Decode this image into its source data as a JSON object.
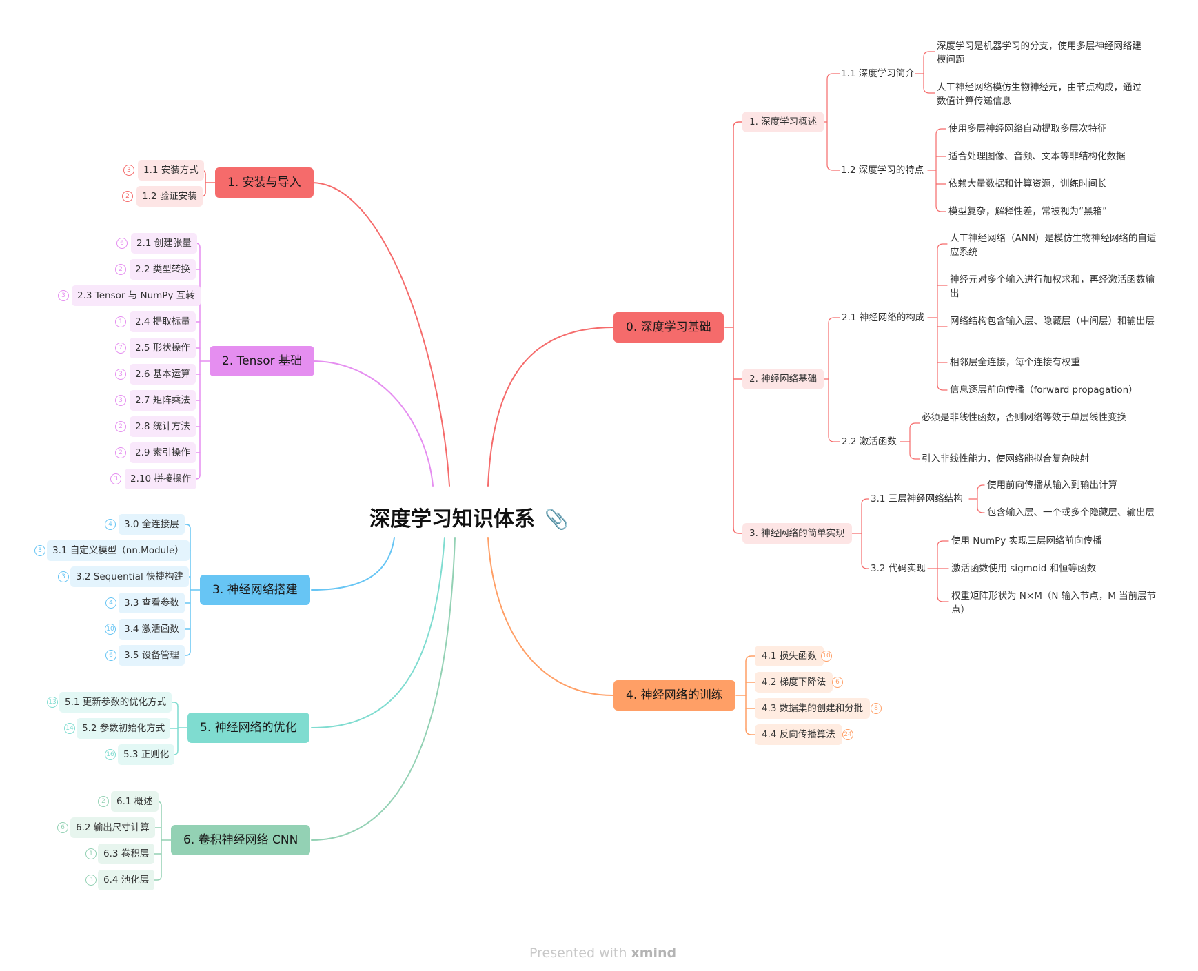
{
  "central": {
    "title": "深度学习知识体系",
    "icon": "paperclip-icon"
  },
  "footer": {
    "presented_with": "Presented with",
    "brand": "xmind"
  },
  "colors": {
    "red": "#f56b6b",
    "red_light": "#fde5e5",
    "purple": "#e58ef0",
    "purple_light": "#f9e8fb",
    "blue": "#67c5f4",
    "blue_light": "#e4f4fd",
    "teal": "#7fdcd0",
    "teal_light": "#e3f8f5",
    "green": "#93d1b4",
    "green_light": "#e7f5ee",
    "orange": "#ff9f66",
    "orange_light": "#ffece1"
  },
  "left_branches": [
    {
      "label": "1. 安装与导入",
      "children": [
        {
          "label": "1.1 安装方式",
          "count": "3"
        },
        {
          "label": "1.2 验证安装",
          "count": "2"
        }
      ]
    },
    {
      "label": "2. Tensor 基础",
      "children": [
        {
          "label": "2.1 创建张量",
          "count": "6"
        },
        {
          "label": "2.2 类型转换",
          "count": "2"
        },
        {
          "label": "2.3 Tensor 与 NumPy 互转",
          "count": "3"
        },
        {
          "label": "2.4 提取标量",
          "count": "1"
        },
        {
          "label": "2.5 形状操作",
          "count": "7"
        },
        {
          "label": "2.6 基本运算",
          "count": "3"
        },
        {
          "label": "2.7 矩阵乘法",
          "count": "3"
        },
        {
          "label": "2.8 统计方法",
          "count": "2"
        },
        {
          "label": "2.9 索引操作",
          "count": "2"
        },
        {
          "label": "2.10 拼接操作",
          "count": "3"
        }
      ]
    },
    {
      "label": "3. 神经网络搭建",
      "children": [
        {
          "label": "3.0 全连接层",
          "count": "4"
        },
        {
          "label": "3.1 自定义模型（nn.Module）",
          "count": "3"
        },
        {
          "label": "3.2 Sequential 快捷构建",
          "count": "3"
        },
        {
          "label": "3.3 查看参数",
          "count": "4"
        },
        {
          "label": "3.4 激活函数",
          "count": "10"
        },
        {
          "label": "3.5 设备管理",
          "count": "6"
        }
      ]
    },
    {
      "label": "5. 神经网络的优化",
      "children": [
        {
          "label": "5.1 更新参数的优化方式",
          "count": "13"
        },
        {
          "label": "5.2 参数初始化方式",
          "count": "14"
        },
        {
          "label": "5.3 正则化",
          "count": "16"
        }
      ]
    },
    {
      "label": "6. 卷积神经网络 CNN",
      "children": [
        {
          "label": "6.1 概述",
          "count": "2"
        },
        {
          "label": "6.2 输出尺寸计算",
          "count": "6"
        },
        {
          "label": "6.3 卷积层",
          "count": "1"
        },
        {
          "label": "6.4 池化层",
          "count": "3"
        }
      ]
    }
  ],
  "right_branches": [
    {
      "label": "0. 深度学习基础",
      "children": [
        {
          "label": "1. 深度学习概述",
          "children": [
            {
              "label": "1.1 深度学习简介",
              "leaves": [
                "深度学习是机器学习的分支，使用多层神经网络建模问题",
                "人工神经网络模仿生物神经元，由节点构成，通过数值计算传递信息"
              ]
            },
            {
              "label": "1.2 深度学习的特点",
              "leaves": [
                "使用多层神经网络自动提取多层次特征",
                "适合处理图像、音频、文本等非结构化数据",
                "依赖大量数据和计算资源，训练时间长",
                "模型复杂，解释性差，常被视为“黑箱”"
              ]
            }
          ]
        },
        {
          "label": "2. 神经网络基础",
          "children": [
            {
              "label": "2.1 神经网络的构成",
              "leaves": [
                "人工神经网络（ANN）是模仿生物神经网络的自适应系统",
                "神经元对多个输入进行加权求和，再经激活函数输出",
                "网络结构包含输入层、隐藏层（中间层）和输出层",
                "相邻层全连接，每个连接有权重",
                "信息逐层前向传播（forward propagation）"
              ]
            },
            {
              "label": "2.2 激活函数",
              "leaves": [
                "必须是非线性函数，否则网络等效于单层线性变换",
                "引入非线性能力，使网络能拟合复杂映射"
              ]
            }
          ]
        },
        {
          "label": "3. 神经网络的简单实现",
          "children": [
            {
              "label": "3.1 三层神经网络结构",
              "leaves": [
                "使用前向传播从输入到输出计算",
                "包含输入层、一个或多个隐藏层、输出层"
              ]
            },
            {
              "label": "3.2 代码实现",
              "leaves": [
                "使用 NumPy 实现三层网络前向传播",
                "激活函数使用 sigmoid 和恒等函数",
                "权重矩阵形状为 N×M（N 输入节点，M 当前层节点）"
              ]
            }
          ]
        }
      ]
    },
    {
      "label": "4. 神经网络的训练",
      "children": [
        {
          "label": "4.1 损失函数",
          "count": "10"
        },
        {
          "label": "4.2 梯度下降法",
          "count": "6"
        },
        {
          "label": "4.3 数据集的创建和分批",
          "count": "8"
        },
        {
          "label": "4.4 反向传播算法",
          "count": "24"
        }
      ]
    }
  ]
}
